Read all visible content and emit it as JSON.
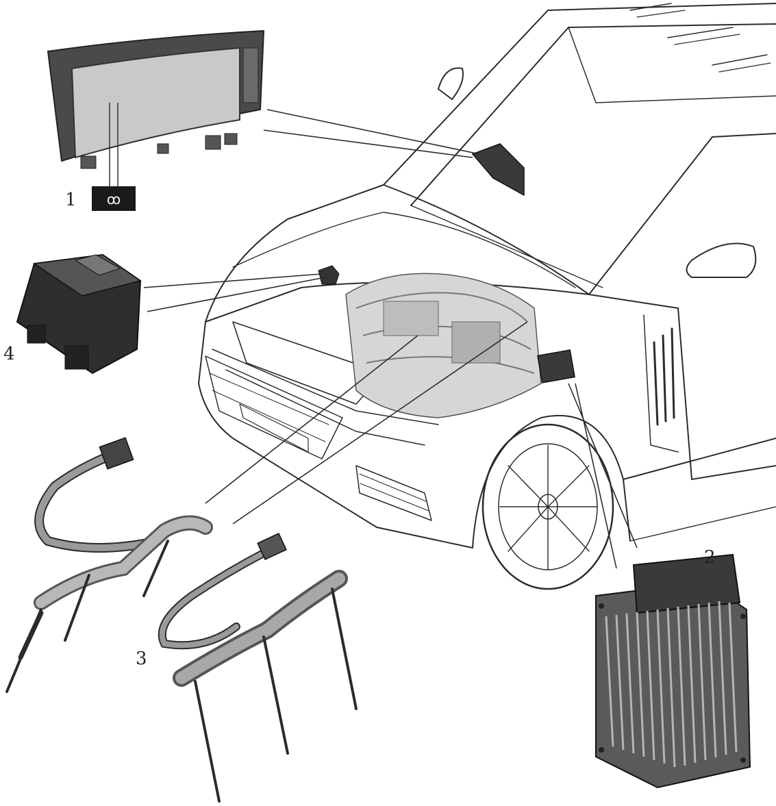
{
  "figure": {
    "callouts": [
      {
        "id": "1",
        "label": "1"
      },
      {
        "id": "2",
        "label": "2"
      },
      {
        "id": "3",
        "label": "3"
      },
      {
        "id": "4",
        "label": "4"
      }
    ],
    "glow_plug_symbol": "ꝏ"
  },
  "icons": {
    "glow_plug_symbol": "glow-plug-coil-icon"
  },
  "colors": {
    "line": "#2b2b2b",
    "paper": "#ffffff",
    "component_dark": "#3a3a3a",
    "component_mid": "#8a8a8a",
    "component_light": "#c8c8c8"
  }
}
